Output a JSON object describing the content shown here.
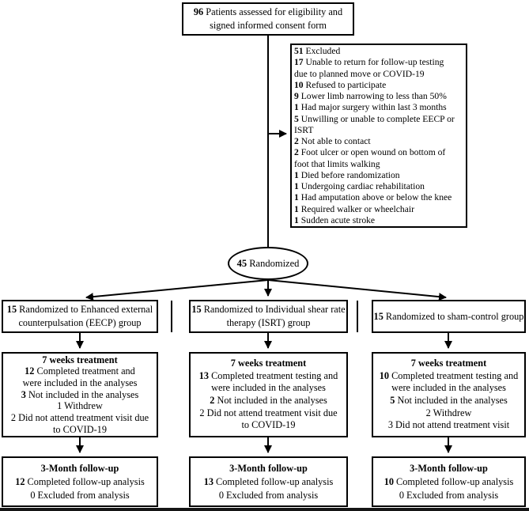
{
  "figure": {
    "background": "#ffffff",
    "line_color": "#000000",
    "type": "consort-flow-diagram"
  },
  "boxes": {
    "assessed": {
      "lines": [
        {
          "b": "96",
          "t": " Patients assessed for eligibility and"
        },
        {
          "b": "",
          "t": "signed informed consent form"
        }
      ]
    },
    "excluded": {
      "lines": [
        {
          "b": "51",
          "t": " Excluded"
        },
        {
          "b": "17",
          "t": " Unable to return for follow-up testing"
        },
        {
          "b": "",
          "t": "due to planned move or COVID-19"
        },
        {
          "b": "10",
          "t": " Refused to participate"
        },
        {
          "b": "9",
          "t": " Lower limb narrowing to less than 50%"
        },
        {
          "b": "1",
          "t": " Had major surgery within last 3 months"
        },
        {
          "b": "5",
          "t": " Unwilling or unable to complete EECP or"
        },
        {
          "b": "",
          "t": "ISRT"
        },
        {
          "b": "2",
          "t": " Not able to contact"
        },
        {
          "b": "2",
          "t": " Foot ulcer or open wound on bottom of"
        },
        {
          "b": "",
          "t": "foot that limits walking"
        },
        {
          "b": "1",
          "t": " Died before randomization"
        },
        {
          "b": "1",
          "t": " Undergoing cardiac rehabilitation"
        },
        {
          "b": "1",
          "t": " Had amputation above or below the knee"
        },
        {
          "b": "1",
          "t": " Required walker or wheelchair"
        },
        {
          "b": "1",
          "t": " Sudden acute stroke"
        }
      ]
    },
    "randomized": {
      "lines": [
        {
          "b": "45",
          "t": " Randomized"
        }
      ]
    },
    "group_eecp": {
      "lines": [
        {
          "b": "15",
          "t": " Randomized to Enhanced external"
        },
        {
          "b": "",
          "t": "counterpulsation (EECP) group"
        }
      ]
    },
    "group_isrt": {
      "lines": [
        {
          "b": "15",
          "t": " Randomized to Individual shear rate"
        },
        {
          "b": "",
          "t": "therapy (ISRT) group"
        }
      ]
    },
    "group_sham": {
      "lines": [
        {
          "b": "15",
          "t": " Randomized to sham-control group"
        }
      ]
    },
    "treat_eecp": {
      "lines": [
        {
          "b": "7 weeks treatment",
          "t": ""
        },
        {
          "b": "12",
          "t": " Completed treatment and"
        },
        {
          "b": "",
          "t": "were included in the analyses"
        },
        {
          "b": "3",
          "t": " Not included in the analyses"
        },
        {
          "b": "",
          "t": "1 Withdrew"
        },
        {
          "b": "",
          "t": "2 Did not attend treatment visit due"
        },
        {
          "b": "",
          "t": "to COVID-19"
        }
      ]
    },
    "treat_isrt": {
      "lines": [
        {
          "b": "7 weeks treatment",
          "t": ""
        },
        {
          "b": "13",
          "t": " Completed treatment testing and"
        },
        {
          "b": "",
          "t": "were included in the analyses"
        },
        {
          "b": "2",
          "t": " Not included in the analyses"
        },
        {
          "b": "",
          "t": "2 Did not attend treatment visit due"
        },
        {
          "b": "",
          "t": "to COVID-19"
        }
      ]
    },
    "treat_sham": {
      "lines": [
        {
          "b": "7 weeks treatment",
          "t": ""
        },
        {
          "b": "10",
          "t": " Completed treatment testing and"
        },
        {
          "b": "",
          "t": "were included in the analyses"
        },
        {
          "b": "5",
          "t": " Not included in the analyses"
        },
        {
          "b": "",
          "t": "2 Withdrew"
        },
        {
          "b": "",
          "t": "3 Did not attend treatment visit"
        }
      ]
    },
    "fu_eecp": {
      "lines": [
        {
          "b": "3-Month follow-up",
          "t": ""
        },
        {
          "b": "12",
          "t": " Completed follow-up analysis"
        },
        {
          "b": "",
          "t": "0 Excluded from analysis"
        }
      ]
    },
    "fu_isrt": {
      "lines": [
        {
          "b": "3-Month follow-up",
          "t": ""
        },
        {
          "b": "13",
          "t": " Completed follow-up analysis"
        },
        {
          "b": "",
          "t": "0 Excluded from analysis"
        }
      ]
    },
    "fu_sham": {
      "lines": [
        {
          "b": "3-Month follow-up",
          "t": ""
        },
        {
          "b": "10",
          "t": " Completed follow-up analysis"
        },
        {
          "b": "",
          "t": "0 Excluded from analysis"
        }
      ]
    }
  }
}
